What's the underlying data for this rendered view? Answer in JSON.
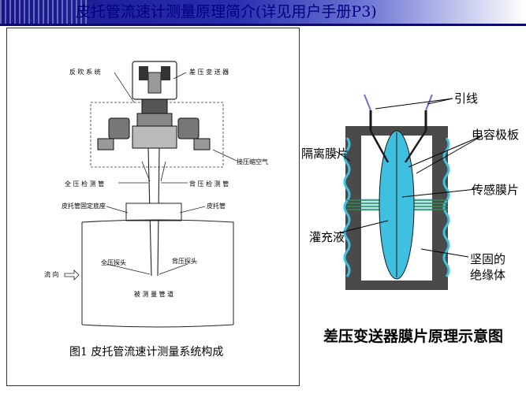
{
  "header": {
    "title": "皮托管流速计测量原理简介(详见用户手册P3)",
    "accent": "#000080"
  },
  "left_figure": {
    "caption": "图1   皮托管流速计测量系统构成",
    "labels": {
      "blowback": "反 吹 系 统",
      "transmitter": "差 压 变 送 器",
      "air": "接压缩空气",
      "total_tube": "全 压 检 测 管",
      "back_tube": "背 压 检 测 管",
      "base": "皮托管固定底座",
      "pitot": "皮托管",
      "total_probe": "全压探头",
      "back_probe": "背压探头",
      "flow": "流 向",
      "pipe": "被 测 量 管 道"
    }
  },
  "right_figure": {
    "caption": "差压变送器膜片原理示意图",
    "labels": {
      "lead": "引线",
      "capacitor": "电容极板",
      "isolation": "隔离膜片",
      "sensing": "传感膜片",
      "fill": "灌充液",
      "insulator_1": "坚固的",
      "insulator_2": "绝缘体"
    },
    "colors": {
      "fill": "#3fc0e0",
      "dark": "#4a4a4a",
      "stripe": "#2e8b57"
    }
  }
}
